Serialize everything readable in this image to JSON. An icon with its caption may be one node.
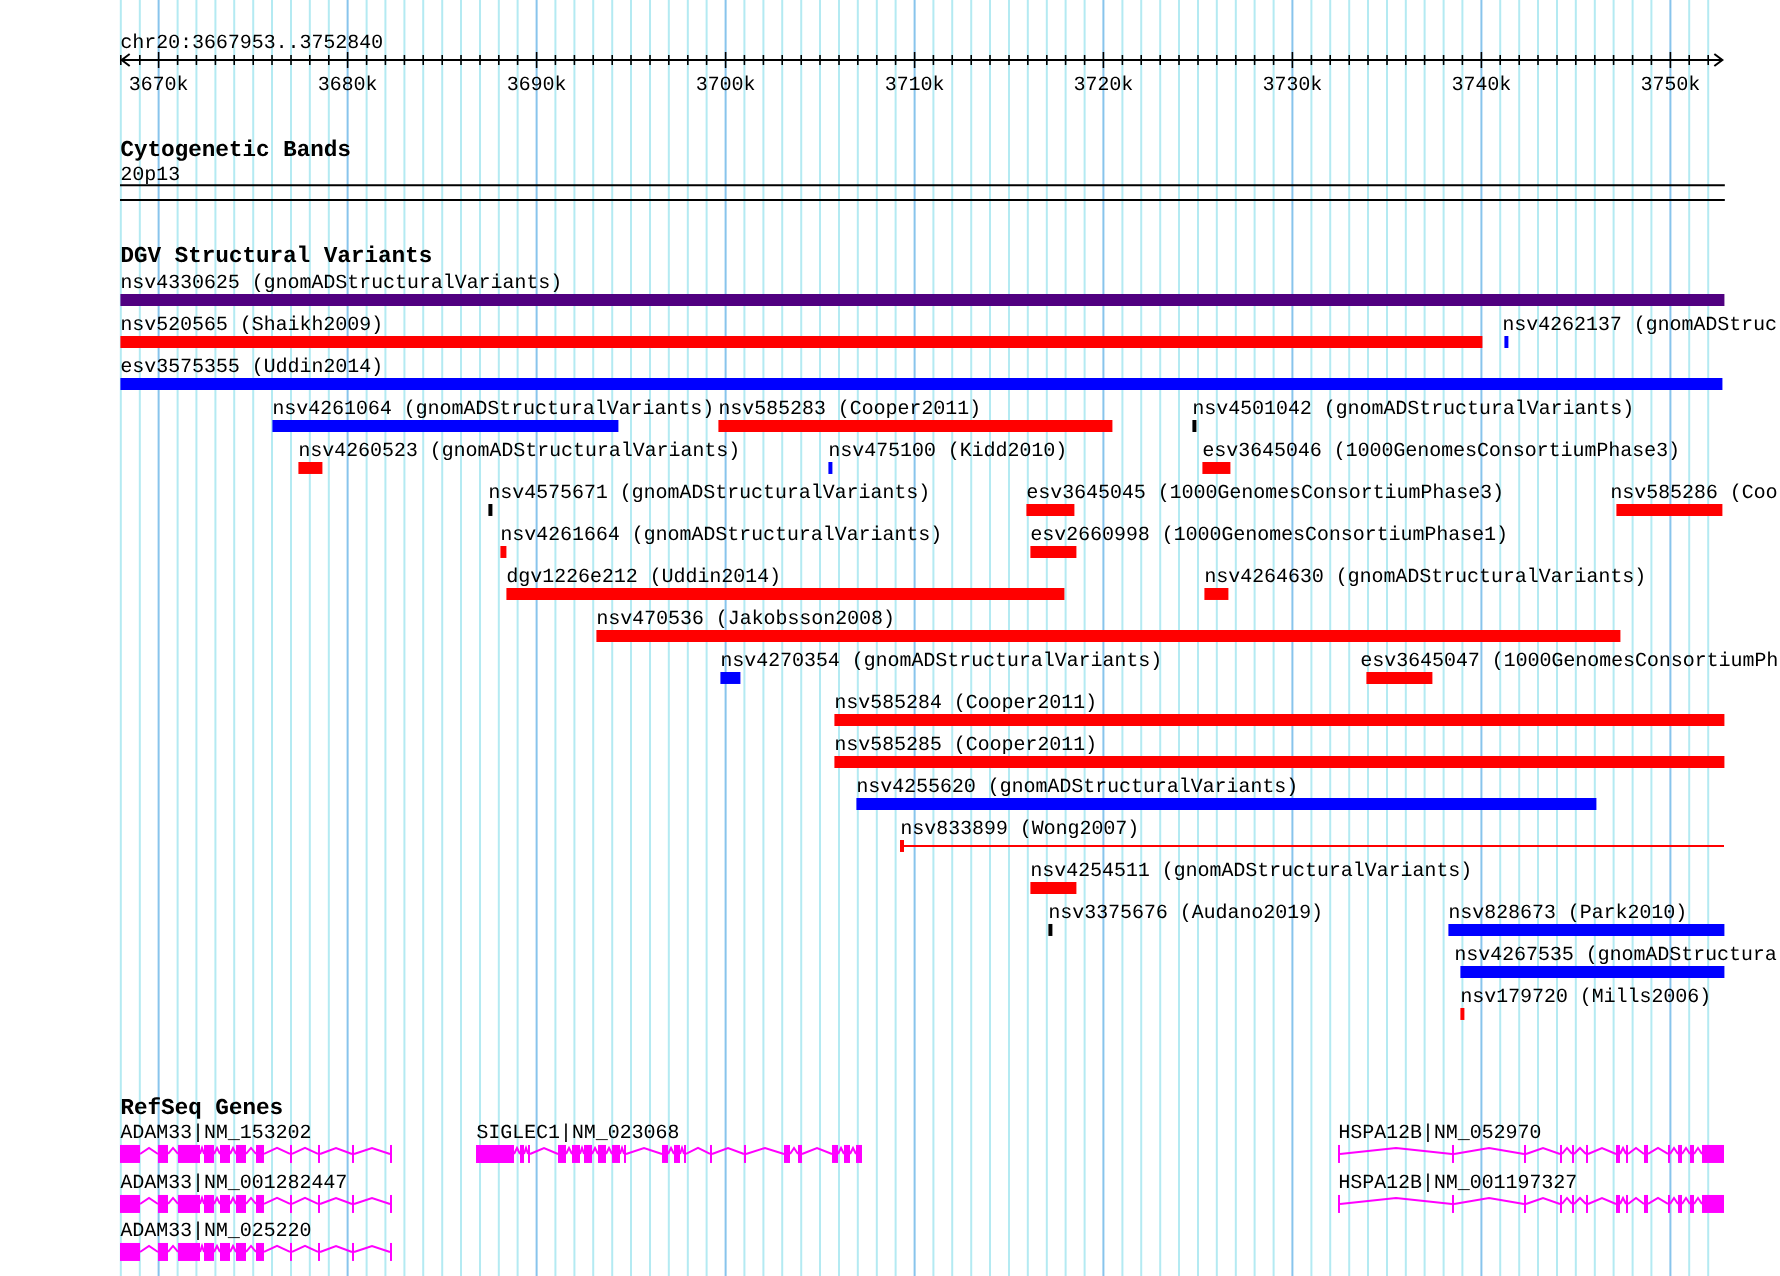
{
  "diagram": {
    "nodes": [
      {
        "text": [
          "20p13"
        ]
      },
      {
        "text": [
          "nsv4330625 (gnomADStructuralVariants)"
        ]
      },
      {
        "text": [
          "nsv520565 (Shaikh2009)"
        ]
      },
      {
        "text": [
          "nsv4262137 (gnomADStruc"
        ]
      },
      {
        "text": [
          "esv3575355 (Uddin2014)"
        ]
      },
      {
        "text": [
          "nsv4261064 (gnomADStructuralVariants)"
        ]
      },
      {
        "text": [
          "nsv585283 (Cooper2011)"
        ]
      },
      {
        "text": [
          "nsv4501042 (gnomADStructuralVariants)"
        ]
      },
      {
        "text": [
          "nsv4260523 (gnomADStructuralVariants)"
        ]
      },
      {
        "text": [
          "nsv475100 (Kidd2010)"
        ]
      },
      {
        "text": [
          "esv3645046 (1000GenomesConsortiumPhase3)"
        ]
      },
      {
        "text": [
          "nsv4575671 (gnomADStructuralVariants)"
        ]
      },
      {
        "text": [
          "esv3645045 (1000GenomesConsortiumPhase3)"
        ]
      },
      {
        "text": [
          "nsv585286 (Coo"
        ]
      },
      {
        "text": [
          "nsv4261664 (gnomADStructuralVariants)"
        ]
      },
      {
        "text": [
          "esv2660998 (1000GenomesConsortiumPhase1)"
        ]
      },
      {
        "text": [
          "dgv1226e212 (Uddin2014)"
        ]
      },
      {
        "text": [
          "nsv4264630 (gnomADStructuralVariants)"
        ]
      },
      {
        "text": [
          "nsv470536 (Jakobsson2008)"
        ]
      },
      {
        "text": [
          "nsv4270354 (gnomADStructuralVariants)"
        ]
      },
      {
        "text": [
          "esv3645047 (1000GenomesConsortiumPh"
        ]
      },
      {
        "text": [
          "nsv585284 (Cooper2011)"
        ]
      },
      {
        "text": [
          "nsv585285 (Cooper2011)"
        ]
      },
      {
        "text": [
          "nsv4255620 (gnomADStructuralVariants)"
        ]
      },
      {
        "text": [
          "nsv833899 (Wong2007)"
        ]
      },
      {
        "text": [
          "nsv4254511 (gnomADStructuralVariants)"
        ]
      },
      {
        "text": [
          "nsv3375676 (Audano2019)"
        ]
      },
      {
        "text": [
          "nsv828673 (Park2010)"
        ]
      },
      {
        "text": [
          "nsv4267535 (gnomADStructura"
        ]
      },
      {
        "text": [
          "nsv179720 (Mills2006)"
        ]
      },
      {
        "text": [
          "ADAM33|NM_153202"
        ]
      },
      {
        "text": [
          "SIGLEC1|NM_023068"
        ]
      },
      {
        "text": [
          "HSPA12B|NM_052970"
        ]
      },
      {
        "text": [
          "ADAM33|NM_001282447"
        ]
      },
      {
        "text": [
          "HSPA12B|NM_001197327"
        ]
      },
      {
        "text": [
          "ADAM33|NM_025220"
        ]
      }
    ],
    "labels": [
      "chr20:3667953..3752840",
      "3670k",
      "3680k",
      "3690k",
      "3700k",
      "3710k",
      "3720k",
      "3730k",
      "3740k",
      "3750k",
      "Cytogenetic Bands",
      "DGV Structural Variants",
      "RefSeq Genes"
    ]
  }
}
